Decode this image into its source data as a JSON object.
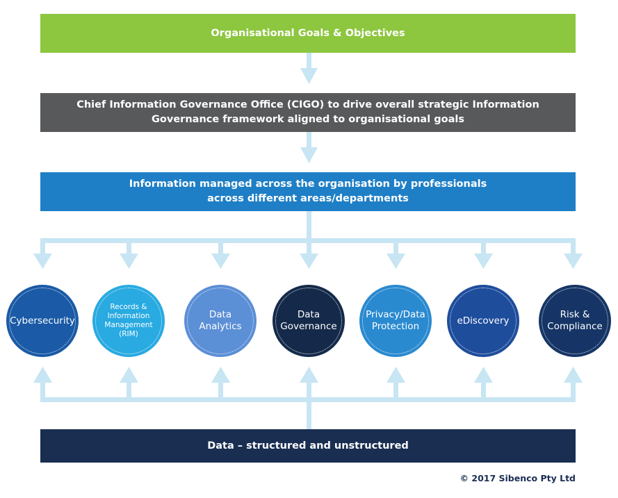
{
  "boxes": {
    "goals": "Organisational Goals & Objectives",
    "cigo_line1": "Chief Information Governance Office (CIGO) to drive overall strategic Information",
    "cigo_line2": "Governance framework aligned to organisational goals",
    "info_line1": "Information managed across the organisation by professionals",
    "info_line2": "across different areas/departments",
    "data": "Data – structured and unstructured"
  },
  "circles": {
    "cyber": "Cybersecurity",
    "rim_line1": "Records &",
    "rim_line2": "Information",
    "rim_line3": "Management",
    "rim_line4": "(RIM)",
    "analytics_line1": "Data",
    "analytics_line2": "Analytics",
    "gov_line1": "Data",
    "gov_line2": "Governance",
    "privacy_line1": "Privacy/Data",
    "privacy_line2": "Protection",
    "ediscovery": "eDiscovery",
    "risk_line1": "Risk &",
    "risk_line2": "Compliance"
  },
  "copyright": "© 2017 Sibenco Pty Ltd",
  "colors": {
    "goals": "#8dc63f",
    "cigo": "#58595b",
    "info": "#1e7fc6",
    "data": "#1a2e52",
    "connector": "#c7e5f3"
  }
}
